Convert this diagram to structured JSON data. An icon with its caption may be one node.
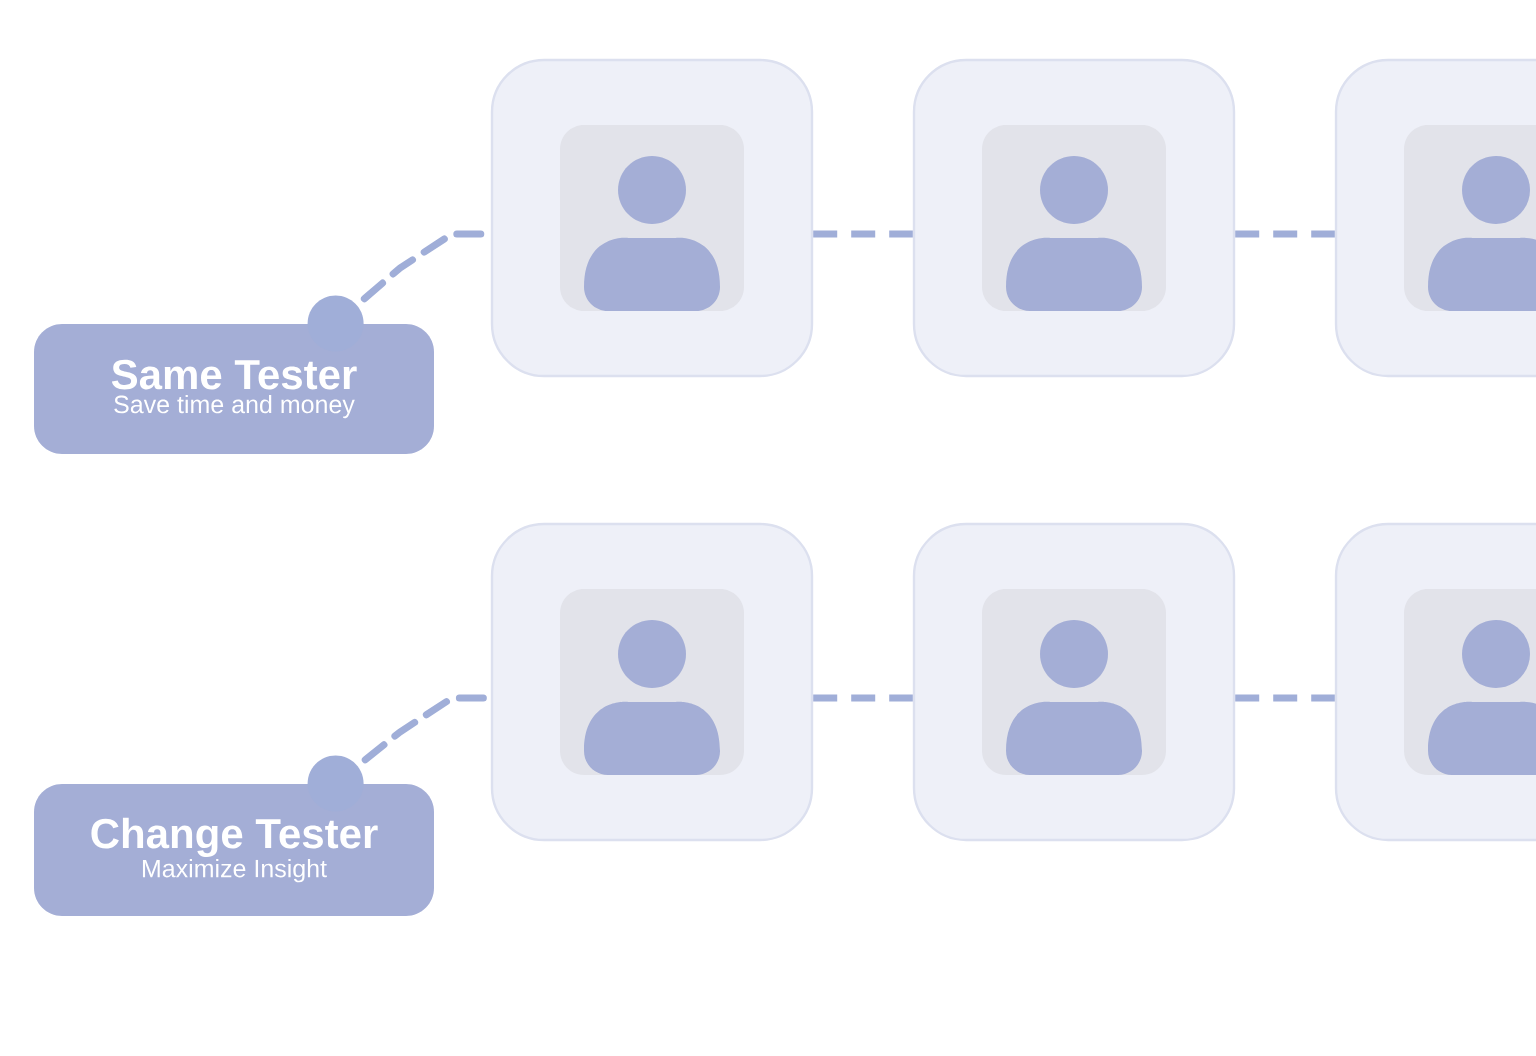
{
  "diagram": {
    "nodes": [
      {
        "text": [
          "Same Tester",
          "Save time and money"
        ]
      },
      {
        "text": [],
        "shape": "box"
      },
      {
        "text": [],
        "shape": "person",
        "in": 1
      },
      {
        "text": [],
        "shape": "box"
      },
      {
        "text": [],
        "shape": "person",
        "in": 3
      },
      {
        "text": [],
        "shape": "box"
      },
      {
        "text": [],
        "shape": "person",
        "in": 5
      },
      {
        "text": [
          "Change Tester",
          "Maximize Insight"
        ]
      },
      {
        "text": [],
        "shape": "box"
      },
      {
        "text": [],
        "shape": "person",
        "in": 8
      },
      {
        "text": [],
        "shape": "box"
      },
      {
        "text": [],
        "shape": "person",
        "in": 10
      },
      {
        "text": [],
        "shape": "box"
      },
      {
        "text": [],
        "shape": "person",
        "in": 12
      }
    ],
    "edges": [
      {
        "from": 0,
        "to": 1,
        "arrow": "none",
        "style": "dashed"
      },
      {
        "from": 1,
        "to": 3,
        "arrow": "none",
        "style": "dashed"
      },
      {
        "from": 3,
        "to": 5,
        "arrow": "none",
        "style": "dashed"
      },
      {
        "from": 7,
        "to": 8,
        "arrow": "none",
        "style": "dashed"
      },
      {
        "from": 8,
        "to": 10,
        "arrow": "none",
        "style": "dashed"
      },
      {
        "from": 10,
        "to": 12,
        "arrow": "none",
        "style": "dashed"
      }
    ]
  }
}
